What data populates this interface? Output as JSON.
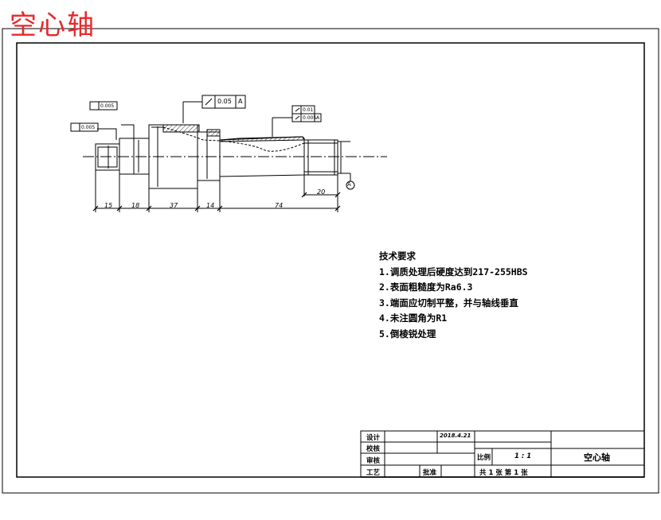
{
  "header": {
    "title": "空心轴"
  },
  "tech_requirements": {
    "heading": "技术要求",
    "items": [
      "1.调质处理后硬度达到217-255HBS",
      "2.表面粗糙度为Ra6.3",
      "3.端面应切制平整，并与轴线垂直",
      "4.未注圆角为R1",
      "5.倒棱锐处理"
    ]
  },
  "title_block": {
    "design": "设计",
    "check": "校核",
    "review": "审核",
    "craft": "工艺",
    "approve": "批准",
    "date": "2018.4.21",
    "scale_label": "比例",
    "scale": "1 : 1",
    "part_name": "空心轴",
    "sheet_info": "共 1 张  第 1 张"
  },
  "dimensions": {
    "lengths": [
      "15",
      "18",
      "37",
      "14",
      "74"
    ],
    "end_length": "20",
    "datum": "A"
  },
  "tolerance_frames": {
    "runout_top": "0.05",
    "runout_top_datum": "A",
    "left_1": "0.005",
    "left_2": "0.005",
    "right_1": "0.01",
    "right_2": "0.005",
    "right_2_datum": "A"
  }
}
